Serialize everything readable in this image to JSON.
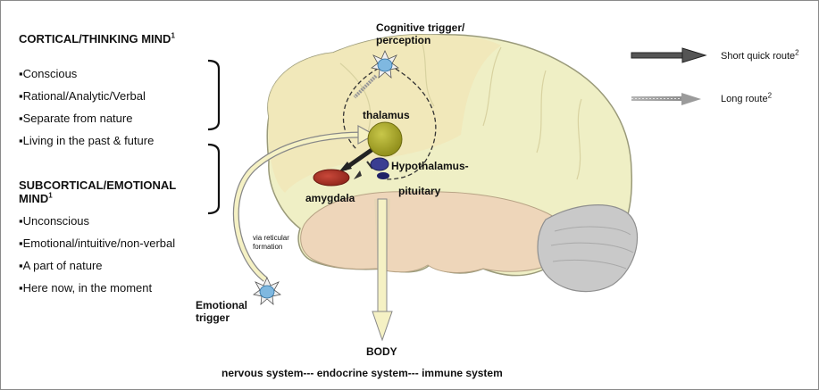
{
  "left_panel": {
    "cortical": {
      "heading": "CORTICAL/THINKING MIND",
      "footnote": "1",
      "items": [
        "▪Conscious",
        "▪Rational/Analytic/Verbal",
        "▪Separate from nature",
        "▪Living in the past & future"
      ]
    },
    "subcortical": {
      "heading": "SUBCORTICAL/EMOTIONAL MIND",
      "footnote": "1",
      "items": [
        "▪Unconscious",
        "▪Emotional/intuitive/non-verbal",
        "▪A part of nature",
        "▪Here now, in the moment"
      ]
    }
  },
  "legend": {
    "short_route": "Short quick route",
    "long_route": "Long route",
    "footnote": "2"
  },
  "labels": {
    "cognitive_trigger": "Cognitive trigger/",
    "perception": "perception",
    "thalamus": "thalamus",
    "hypothalamus": "Hypothalamus-",
    "pituitary": "pituitary",
    "amygdala": "amygdala",
    "via_reticular": "via reticular",
    "formation": "formation",
    "emotional": "Emotional",
    "trigger": "trigger",
    "body": "BODY",
    "systems": "nervous system--- endocrine system--- immune system"
  },
  "colors": {
    "frontal": "#f1e7b8",
    "cortex": "#efefc5",
    "temporal": "#eed6ba",
    "cerebellum": "#c9c9c9",
    "thalamus": "#a5a326",
    "amygdala": "#a92f24",
    "hypothalamus": "#2a2d7e",
    "trigger": "#7fb8e0"
  }
}
